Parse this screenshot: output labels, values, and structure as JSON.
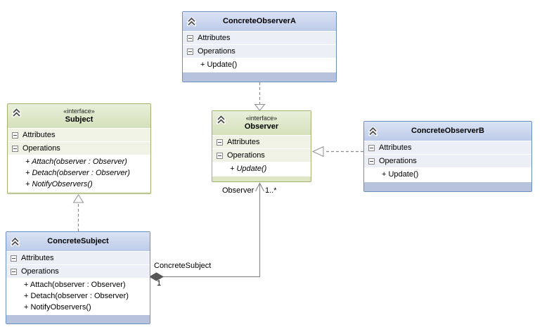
{
  "colors": {
    "blue_border": "#6a8fc0",
    "blue_header_top": "#dbe3f4",
    "blue_header_bottom": "#bccbe9",
    "blue_row": "#edeff6",
    "blue_strip": "#b7c2dc",
    "green_border": "#a3b272",
    "green_header_top": "#e9efda",
    "green_header_bottom": "#d4e1bb",
    "green_row": "#f0f2e5",
    "green_strip": "#dde5c5",
    "connector": "#8c8c8c",
    "diamond": "#565656"
  },
  "icons": {
    "collapse_chevron": "double-chevron-up-icon",
    "section_toggle": "minus-box-icon"
  },
  "classes": {
    "concrete_observer_a": {
      "title": "ConcreteObserverA",
      "attributes_label": "Attributes",
      "operations_label": "Operations",
      "operations": [
        "+ Update()"
      ]
    },
    "subject": {
      "stereotype": "«interface»",
      "title": "Subject",
      "attributes_label": "Attributes",
      "operations_label": "Operations",
      "operations": [
        "+ Attach(observer : Observer)",
        "+ Detach(observer : Observer)",
        "+ NotifyObservers()"
      ]
    },
    "observer": {
      "stereotype": "«interface»",
      "title": "Observer",
      "attributes_label": "Attributes",
      "operations_label": "Operations",
      "operations": [
        "+ Update()"
      ]
    },
    "concrete_observer_b": {
      "title": "ConcreteObserverB",
      "attributes_label": "Attributes",
      "operations_label": "Operations",
      "operations": [
        "+ Update()"
      ]
    },
    "concrete_subject": {
      "title": "ConcreteSubject",
      "attributes_label": "Attributes",
      "operations_label": "Operations",
      "operations": [
        "+ Attach(observer : Observer)",
        "+ Detach(observer : Observer)",
        "+ NotifyObservers()"
      ]
    }
  },
  "association": {
    "role_source": "ConcreteSubject",
    "multiplicity_source": "1",
    "role_target": "Observer",
    "multiplicity_target": "1..*"
  }
}
